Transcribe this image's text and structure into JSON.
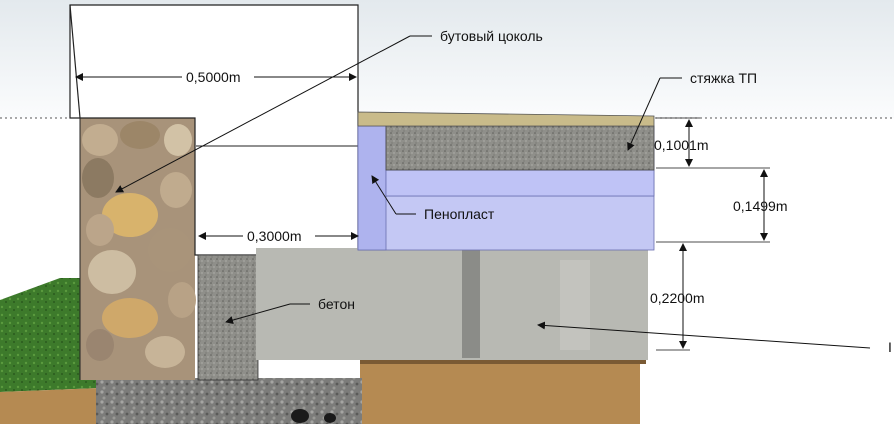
{
  "labels": {
    "stone_plinth": "бутовый цоколь",
    "screed": "стяжка ТП",
    "foam": "Пенопласт",
    "concrete": "бетон",
    "partial_right": "I"
  },
  "dimensions": {
    "wall_width": "0,5000m",
    "inner_offset": "0,3000m",
    "screed_thickness": "0,1001m",
    "foam_thickness": "0,1499m",
    "slab_thickness": "0,2200m"
  },
  "colors": {
    "sky_top": "#e9eef1",
    "sky_bottom": "#fbfcfd",
    "grass": "#3f7f2c",
    "soil": "#b58a52",
    "concrete": "#b9b9b4",
    "foam": "#c4c8f4",
    "foam_dark": "#aeb3ee",
    "screed": "#8f8f8a",
    "gravel": "#7a7a78",
    "wood": "#c9bb8a",
    "stone": "#b29c7e"
  }
}
